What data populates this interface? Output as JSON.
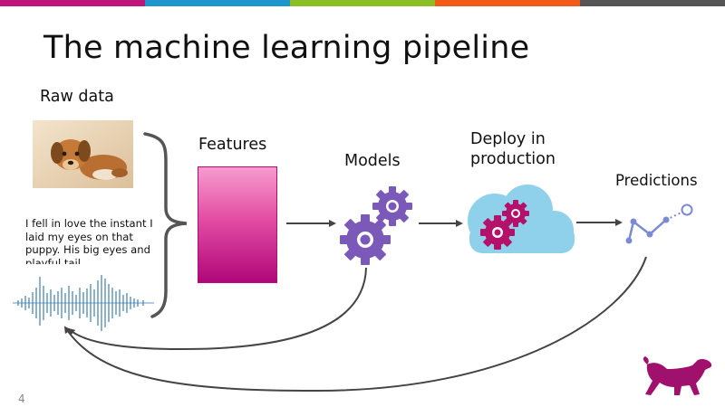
{
  "slide": {
    "title": "The machine learning pipeline",
    "page_number": "4"
  },
  "colors": {
    "topbar": [
      "#c0147d",
      "#1f95cf",
      "#8cbf26",
      "#f25b17",
      "#555555"
    ],
    "features_bar_top": "#f79ccd",
    "features_bar_bottom": "#b0067a",
    "gear_purple": "#7b59b8",
    "gear_magenta": "#b5116b",
    "cloud": "#8fd0eb",
    "arrow": "#444444",
    "logo": "#a0106d",
    "predictions_line": "#7b8ad3"
  },
  "raw_data": {
    "label": "Raw data",
    "image": "puppy-photo",
    "text_sample": "I fell in love the instant I laid my eyes on that puppy. His big eyes and playful tail.",
    "audio": "audio-waveform"
  },
  "pipeline": {
    "features_label": "Features",
    "models_label": "Models",
    "deploy_label": "Deploy in production",
    "predictions_label": "Predictions"
  },
  "icons": {
    "brace": "right-brace-icon",
    "models": "gears-icon",
    "deploy": "cloud-gears-icon",
    "predictions": "line-chart-icon",
    "logo": "dog-logo-icon"
  }
}
